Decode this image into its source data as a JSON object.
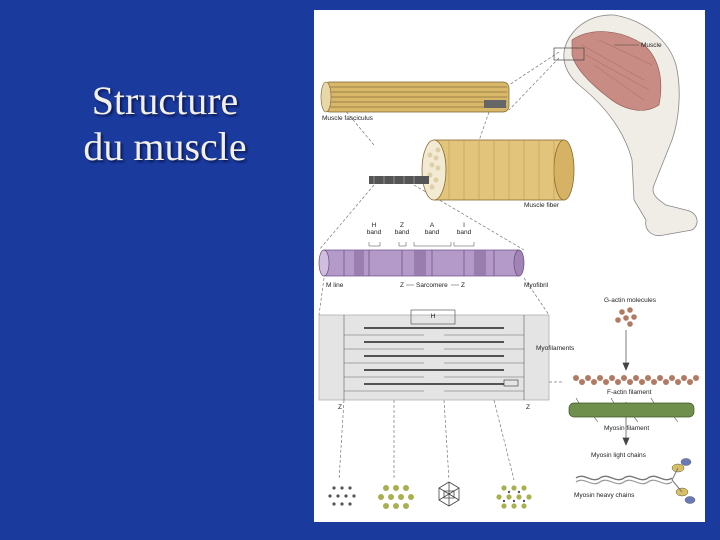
{
  "slide": {
    "title_line1": "Structure",
    "title_line2": "du muscle"
  },
  "figure": {
    "labels": {
      "muscle": "Muscle",
      "fasciculus": "Muscle fasciculus",
      "fiber": "Muscle fiber",
      "h_band": "H\nband",
      "z_band": "Z\nband",
      "a_band": "A\nband",
      "i_band": "I\nband",
      "m_line": "M line",
      "z_left": "Z",
      "sarcomere": "Sarcomere",
      "z_right": "Z",
      "myofibril": "Myofibril",
      "h_marker": "H",
      "myofilaments": "Myofilaments",
      "z_bottom_left": "Z",
      "z_bottom_right": "Z",
      "g_actin": "G-actin molecules",
      "f_actin": "F-actin filament",
      "myosin_filament": "Myosin filament",
      "myosin_light": "Myosin light chains",
      "myosin_heavy": "Myosin heavy chains"
    },
    "colors": {
      "background": "#1b3a9e",
      "title": "#f3f0e8",
      "arm_skin": "#f0ece6",
      "muscle_red": "#c98c84",
      "fiber_tan": "#e2c47a",
      "myofibril_purple": "#b49ac8",
      "actin_brown": "#b27a62",
      "myosin_green": "#6f8f4c"
    }
  }
}
